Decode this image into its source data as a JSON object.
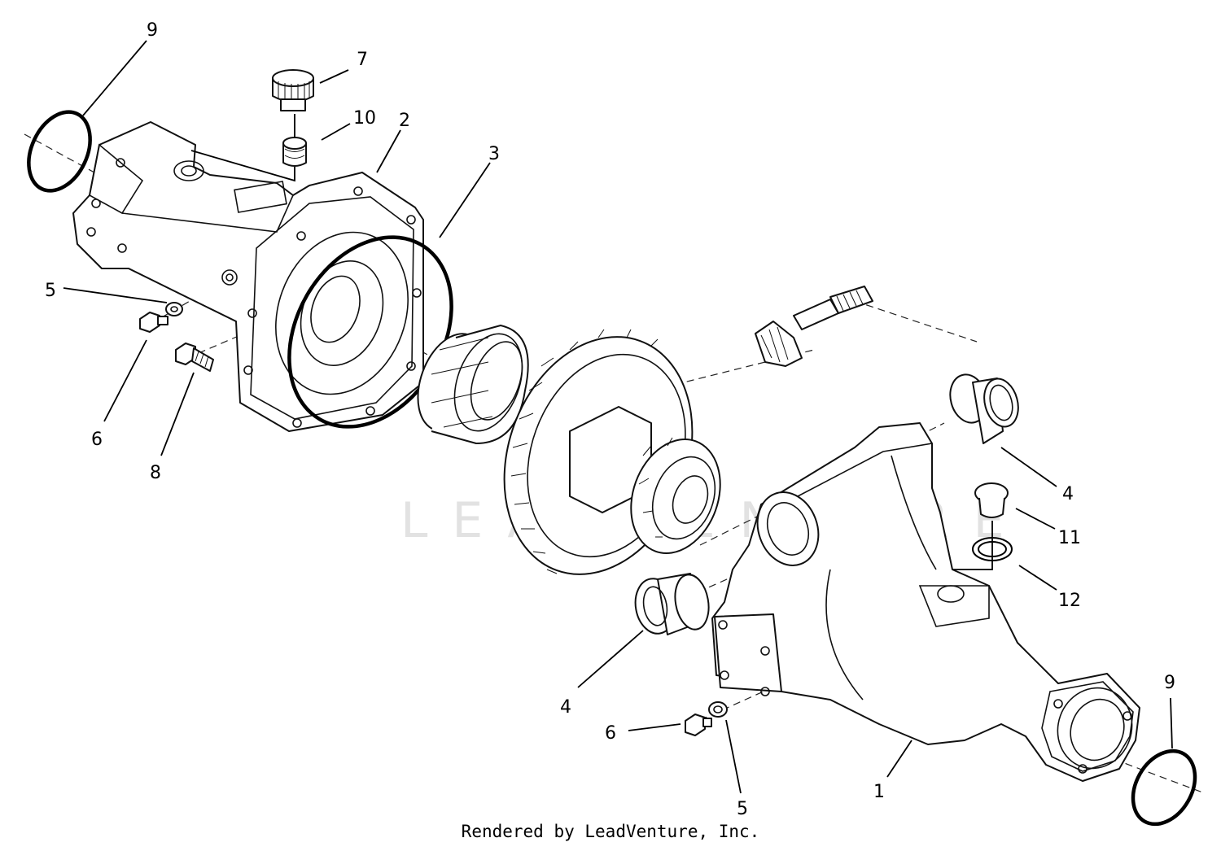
{
  "callouts": [
    "1",
    "2",
    "3",
    "4",
    "4",
    "5",
    "5",
    "6",
    "6",
    "7",
    "8",
    "9",
    "9",
    "10",
    "11",
    "12"
  ],
  "watermark_text": "LEADVENTURE",
  "credit_text": "Rendered by LeadVenture, Inc."
}
